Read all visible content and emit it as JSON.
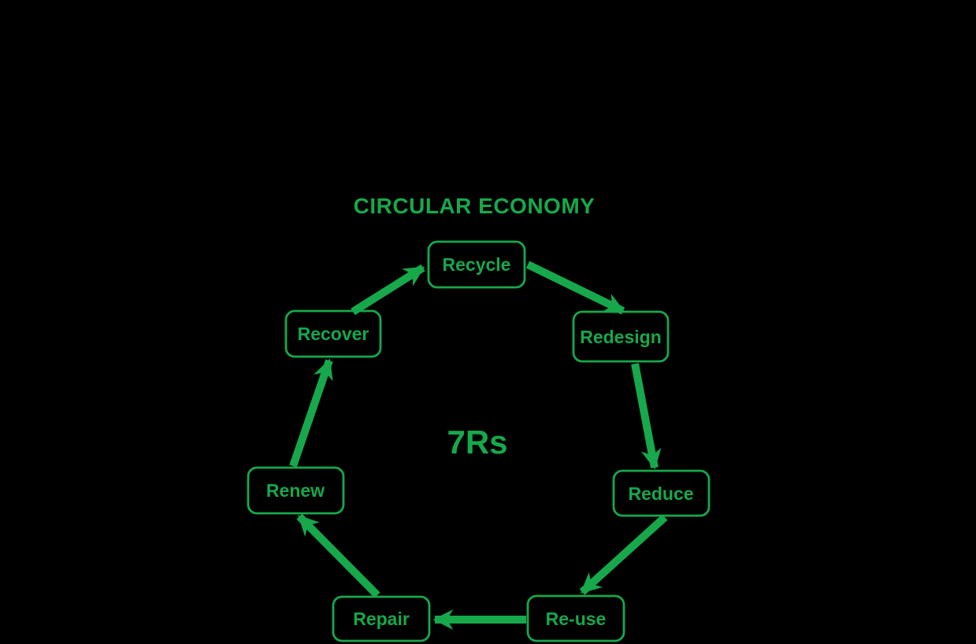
{
  "diagram": {
    "title": "CIRCULAR ECONOMY",
    "center_label": "7Rs",
    "nodes": [
      {
        "id": "recycle",
        "label": "Recycle"
      },
      {
        "id": "redesign",
        "label": "Redesign"
      },
      {
        "id": "reduce",
        "label": "Reduce"
      },
      {
        "id": "reuse",
        "label": "Re-use"
      },
      {
        "id": "repair",
        "label": "Repair"
      },
      {
        "id": "renew",
        "label": "Renew"
      },
      {
        "id": "recover",
        "label": "Recover"
      }
    ],
    "edges": [
      {
        "from": "Recycle",
        "to": "Redesign"
      },
      {
        "from": "Redesign",
        "to": "Reduce"
      },
      {
        "from": "Reduce",
        "to": "Re-use"
      },
      {
        "from": "Re-use",
        "to": "Repair"
      },
      {
        "from": "Repair",
        "to": "Renew"
      },
      {
        "from": "Renew",
        "to": "Recover"
      },
      {
        "from": "Recover",
        "to": "Recycle"
      }
    ]
  },
  "theme": {
    "accent_green": "#17A84C",
    "background": "#000000"
  }
}
